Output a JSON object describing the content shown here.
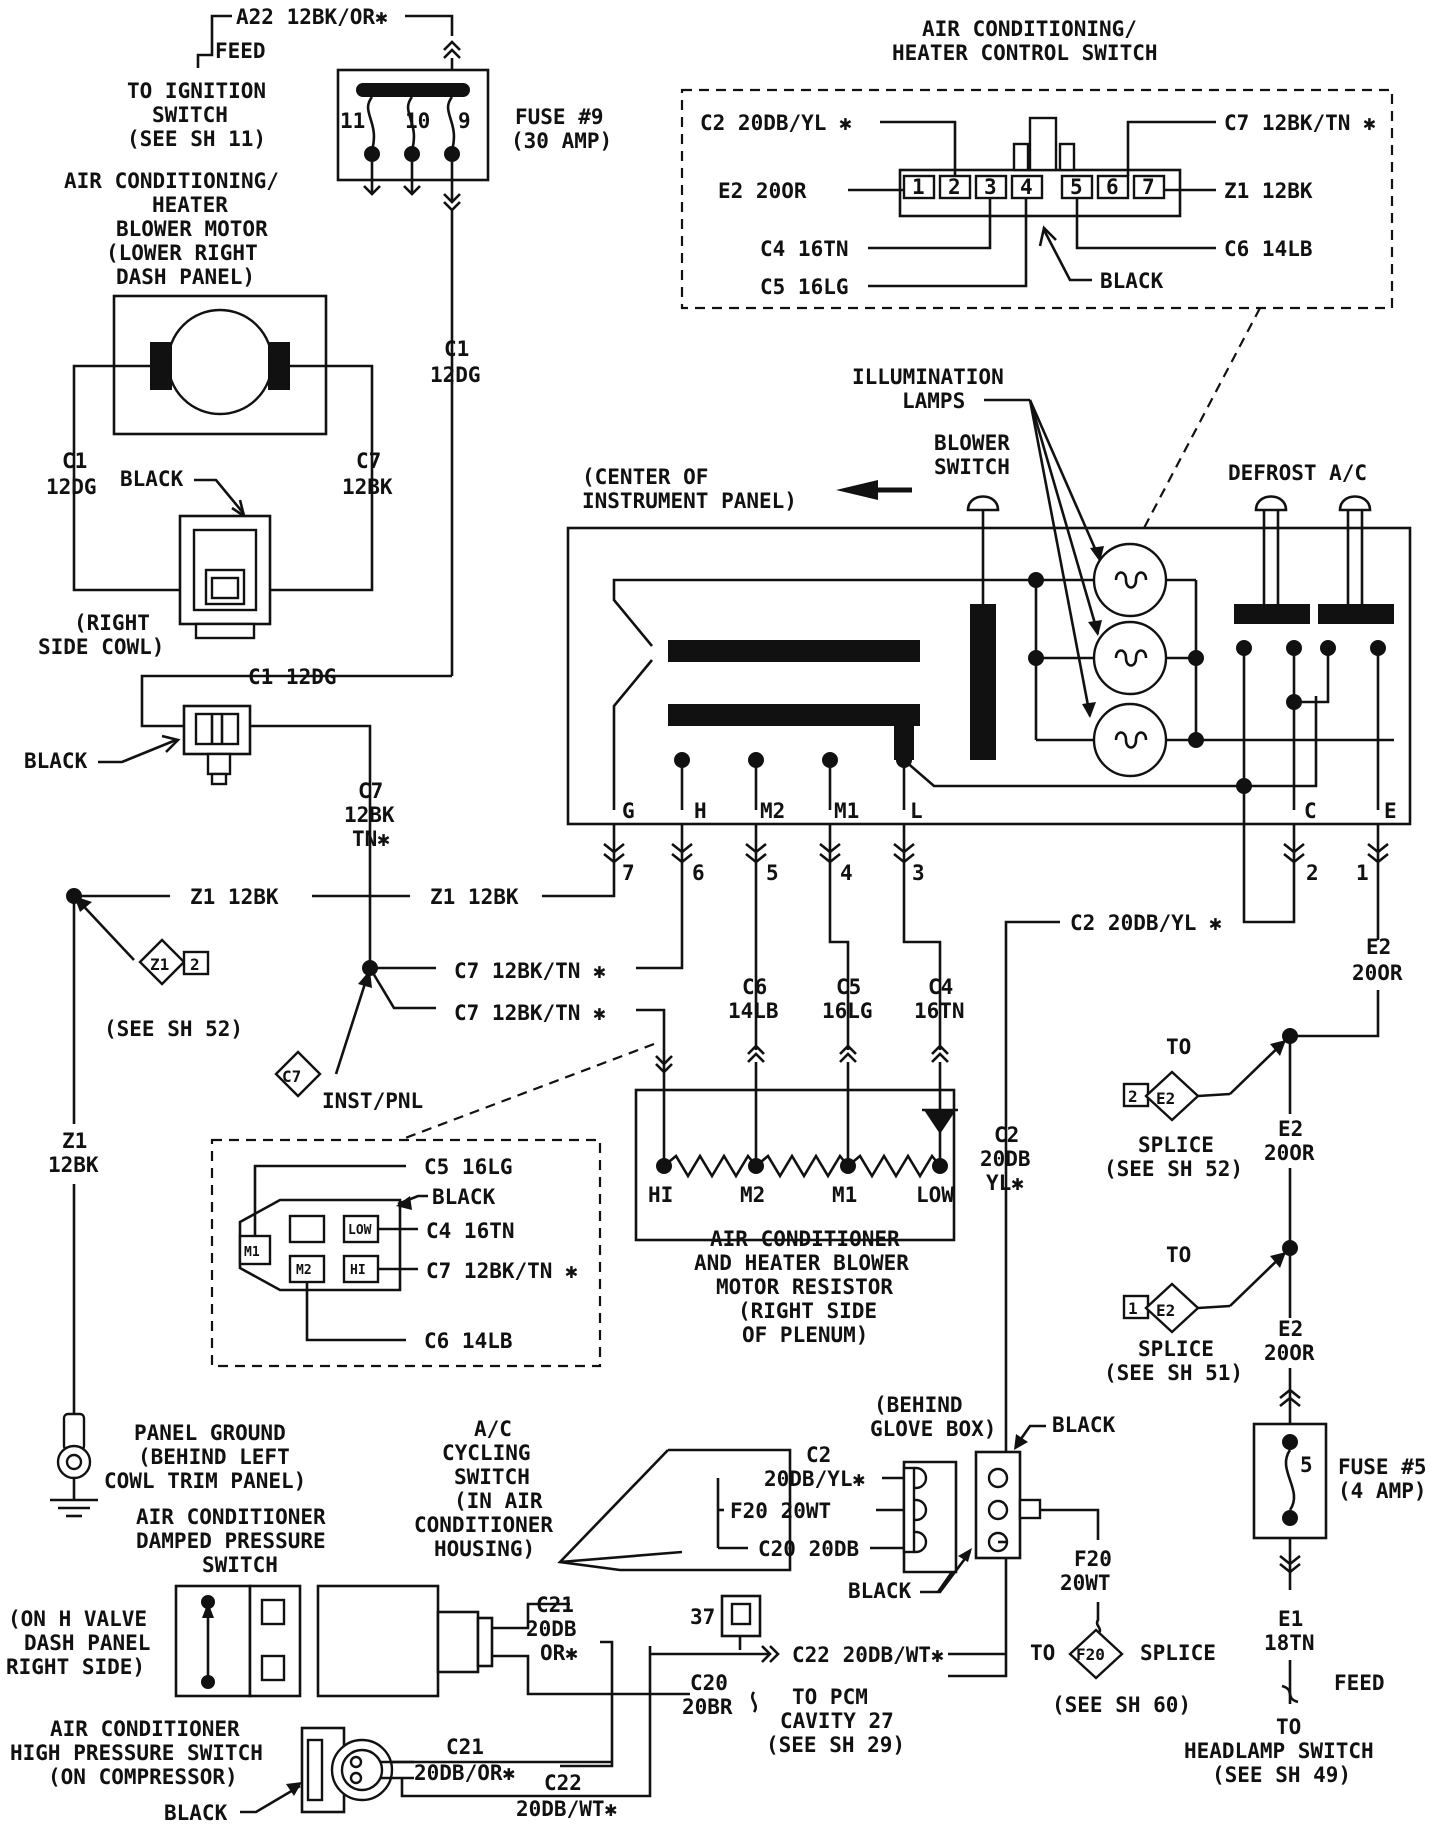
{
  "diagram": {
    "labels": {
      "a22_feed": "A22 12BK/OR✱",
      "feed_top": "FEED",
      "to_ignition_1": "TO IGNITION",
      "to_ignition_2": "SWITCH",
      "to_ignition_3": "(SEE SH 11)",
      "fuse9_pin11": "11",
      "fuse9_pin10": "10",
      "fuse9_pin9": "9",
      "fuse9_1": "FUSE #9",
      "fuse9_2": "(30 AMP)",
      "blower_motor_1": "AIR CONDITIONING/",
      "blower_motor_2": "HEATER",
      "blower_motor_3": "BLOWER MOTOR",
      "blower_motor_4": "(LOWER RIGHT",
      "blower_motor_5": "DASH PANEL)",
      "c1_motor_1": "C1",
      "c1_motor_2": "12DG",
      "c7_motor_1": "C7",
      "c7_motor_2": "12BK",
      "black_motor_conn": "BLACK",
      "right_cowl_1": "(RIGHT",
      "right_cowl_2": "SIDE COWL)",
      "c1_vertical_1": "C1",
      "c1_vertical_2": "12DG",
      "c1_horizontal": "C1 12DG",
      "black_left_conn": "BLACK",
      "c7_left_1": "C7",
      "c7_left_2": "12BK",
      "c7_left_3": "TN✱",
      "switch_title_1": "AIR CONDITIONING/",
      "switch_title_2": "HEATER CONTROL SWITCH",
      "sw_c2": "C2 20DB/YL ✱",
      "sw_e2": "E2 20OR",
      "sw_c4": "C4 16TN",
      "sw_c5": "C5 16LG",
      "sw_c7": "C7 12BK/TN ✱",
      "sw_z1": "Z1 12BK",
      "sw_c6": "C6 14LB",
      "sw_black": "BLACK",
      "pin_1": "1",
      "pin_2": "2",
      "pin_3": "3",
      "pin_4": "4",
      "pin_5": "5",
      "pin_6": "6",
      "pin_7": "7",
      "illum_1": "ILLUMINATION",
      "illum_2": "LAMPS",
      "blower_sw_1": "BLOWER",
      "blower_sw_2": "SWITCH",
      "defrost_ac": "DEFROST A/C",
      "center_panel_1": "(CENTER OF",
      "center_panel_2": "INSTRUMENT PANEL)",
      "term_g": "G",
      "term_h": "H",
      "term_m2": "M2",
      "term_m1": "M1",
      "term_l": "L",
      "term_c": "C",
      "term_e": "E",
      "cav_7": "7",
      "cav_6": "6",
      "cav_5": "5",
      "cav_4": "4",
      "cav_3": "3",
      "cav_2": "2",
      "cav_1": "1",
      "z1_left": "Z1 12BK",
      "z1_right": "Z1 12BK",
      "z1_tag": "Z1",
      "z1_tag_num": "2",
      "see_sh52_left": "(SEE SH 52)",
      "c7_row1": "C7 12BK/TN ✱",
      "c7_row2": "C7 12BK/TN ✱",
      "c7_tag": "C7",
      "inst_pnl": "INST/PNL",
      "z1_vert_1": "Z1",
      "z1_vert_2": "12BK",
      "c6_res_1": "C6",
      "c6_res_2": "14LB",
      "c5_res_1": "C5",
      "c5_res_2": "16LG",
      "c4_res_1": "C4",
      "c4_res_2": "16TN",
      "res_hi": "HI",
      "res_m2": "M2",
      "res_m1": "M1",
      "res_low": "LOW",
      "resistor_1": "AIR CONDITIONER",
      "resistor_2": "AND HEATER BLOWER",
      "resistor_3": "MOTOR RESISTOR",
      "resistor_4": "(RIGHT SIDE",
      "resistor_5": "OF PLENUM)",
      "inset_c5": "C5 16LG",
      "inset_black": "BLACK",
      "inset_c4": "C4 16TN",
      "inset_c7": "C7 12BK/TN ✱",
      "inset_c6": "C6 14LB",
      "inset_m1": "M1",
      "inset_low": "LOW",
      "inset_m2": "M2",
      "inset_hi": "HI",
      "c2_right": "C2 20DB/YL ✱",
      "c2_vert_1": "C2",
      "c2_vert_2": "20DB",
      "c2_vert_3": "YL✱",
      "e2_top_1": "E2",
      "e2_top_2": "20OR",
      "to_1": "TO",
      "e2_tag_1": "E2",
      "e2_tag_1_num": "2",
      "splice_1a": "SPLICE",
      "splice_1b": "(SEE SH 52)",
      "e2_mid_1": "E2",
      "e2_mid_2": "20OR",
      "to_2": "TO",
      "e2_tag_2": "E2",
      "e2_tag_2_num": "1",
      "splice_2a": "SPLICE",
      "splice_2b": "(SEE SH 51)",
      "e2_bot_1": "E2",
      "e2_bot_2": "20OR",
      "fuse5_pin": "5",
      "fuse5_1": "FUSE #5",
      "fuse5_2": "(4 AMP)",
      "e1_1": "E1",
      "e1_2": "18TN",
      "feed_bottom": "FEED",
      "to_headlamp_1": "TO",
      "to_headlamp_2": "HEADLAMP SWITCH",
      "to_headlamp_3": "(SEE SH 49)",
      "panel_ground_1": "PANEL GROUND",
      "panel_ground_2": "(BEHIND LEFT",
      "panel_ground_3": "COWL TRIM PANEL)",
      "cycling_1": "A/C",
      "cycling_2": "CYCLING",
      "cycling_3": "SWITCH",
      "cycling_4": "(IN AIR",
      "cycling_5": "CONDITIONER",
      "cycling_6": "HOUSING)",
      "glove_1": "(BEHIND",
      "glove_2": "GLOVE BOX)",
      "gb_c2_1": "C2",
      "gb_c2_2": "20DB/YL✱",
      "gb_f20": "F20 20WT",
      "gb_c20": "C20 20DB",
      "gb_black_top": "BLACK",
      "gb_black_bottom": "BLACK",
      "f20_1": "F20",
      "f20_2": "20WT",
      "to_f20": "TO",
      "f20_tag": "F20",
      "splice_f20": "SPLICE",
      "see_sh60": "(SEE SH 60)",
      "damped_1": "AIR CONDITIONER",
      "damped_2": "DAMPED PRESSURE",
      "damped_3": "SWITCH",
      "hvalve_1": "(ON H VALVE",
      "hvalve_2": "DASH PANEL",
      "hvalve_3": "RIGHT SIDE)",
      "c21_top_1": "C21",
      "c21_top_2": "20DB",
      "c21_top_3": "OR✱",
      "tag_37": "37",
      "c22_label": "C22 20DB/WT✱",
      "c20_1": "C20",
      "c20_2": "20BR",
      "to_pcm_1": "TO PCM",
      "to_pcm_2": "CAVITY 27",
      "to_pcm_3": "(SEE SH 29)",
      "high_press_1": "AIR CONDITIONER",
      "high_press_2": "HIGH PRESSURE SWITCH",
      "high_press_3": "(ON COMPRESSOR)",
      "c21_bot_1": "C21",
      "c21_bot_2": "20DB/OR✱",
      "c22_bot_1": "C22",
      "c22_bot_2": "20DB/WT✱",
      "black_bottom": "BLACK"
    }
  }
}
